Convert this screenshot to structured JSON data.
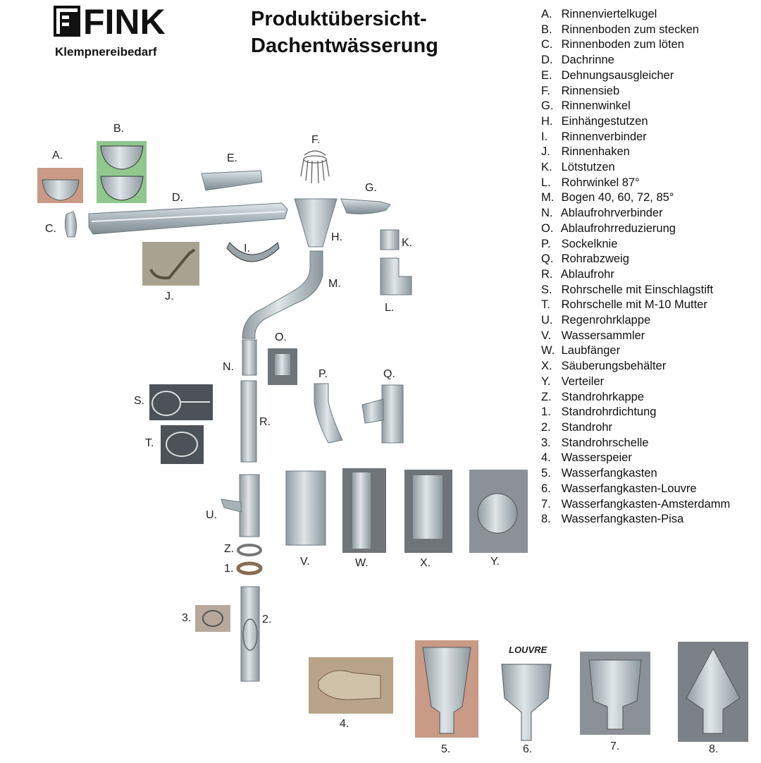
{
  "brand": {
    "name": "FINK",
    "tagline": "Klempnereibedarf"
  },
  "title": [
    "Produktübersicht-",
    "Dachentwässerung"
  ],
  "legend": [
    {
      "code": "A.",
      "label": "Rinnenviertelkugel"
    },
    {
      "code": "B.",
      "label": "Rinnenboden zum stecken"
    },
    {
      "code": "C.",
      "label": "Rinnenboden zum löten"
    },
    {
      "code": "D.",
      "label": "Dachrinne"
    },
    {
      "code": "E.",
      "label": "Dehnungsausgleicher"
    },
    {
      "code": "F.",
      "label": "Rinnensieb"
    },
    {
      "code": "G.",
      "label": "Rinnenwinkel"
    },
    {
      "code": "H.",
      "label": "Einhängestutzen"
    },
    {
      "code": "I.",
      "label": "Rinnenverbinder"
    },
    {
      "code": "J.",
      "label": "Rinnenhaken"
    },
    {
      "code": "K.",
      "label": "Lötstutzen"
    },
    {
      "code": "L.",
      "label": "Rohrwinkel 87°"
    },
    {
      "code": "M.",
      "label": "Bogen 40, 60, 72, 85°"
    },
    {
      "code": "N.",
      "label": "Ablaufrohrverbinder"
    },
    {
      "code": "O.",
      "label": "Ablaufrohrreduzierung"
    },
    {
      "code": "P.",
      "label": "Sockelknie"
    },
    {
      "code": "Q.",
      "label": "Rohrabzweig"
    },
    {
      "code": "R.",
      "label": "Ablaufrohr"
    },
    {
      "code": "S.",
      "label": "Rohrschelle mit Einschlagstift"
    },
    {
      "code": "T.",
      "label": "Rohrschelle mit M-10 Mutter"
    },
    {
      "code": "U.",
      "label": "Regenrohrklappe"
    },
    {
      "code": "V.",
      "label": "Wassersammler"
    },
    {
      "code": "W.",
      "label": "Laubfänger"
    },
    {
      "code": "X.",
      "label": "Säuberungsbehälter"
    },
    {
      "code": "Y.",
      "label": "Verteiler"
    },
    {
      "code": "Z.",
      "label": "Standrohrkappe"
    },
    {
      "code": "1.",
      "label": "Standrohrdichtung"
    },
    {
      "code": "2.",
      "label": "Standrohr"
    },
    {
      "code": "3.",
      "label": "Standrohrschelle"
    },
    {
      "code": "4.",
      "label": "Wasserspeier"
    },
    {
      "code": "5.",
      "label": "Wasserfangkasten"
    },
    {
      "code": "6.",
      "label": "Wasserfangkasten-Louvre"
    },
    {
      "code": "7.",
      "label": "Wasserfangkasten-Amsterdamm"
    },
    {
      "code": "8.",
      "label": "Wasserfangkasten-Pisa"
    }
  ],
  "part_labels": {
    "A": "A.",
    "B": "B.",
    "C": "C.",
    "D": "D.",
    "E": "E.",
    "F": "F.",
    "G": "G.",
    "H": "H.",
    "I": "I.",
    "J": "J.",
    "K": "K.",
    "L": "L.",
    "M": "M.",
    "N": "N.",
    "O": "O.",
    "P": "P.",
    "Q": "Q.",
    "R": "R.",
    "S": "S.",
    "T": "T.",
    "U": "U.",
    "V": "V.",
    "W": "W.",
    "X": "X.",
    "Y": "Y.",
    "Z": "Z.",
    "n1": "1.",
    "n2": "2.",
    "n3": "3.",
    "n4": "4.",
    "n5": "5.",
    "n6": "6.",
    "n7": "7.",
    "n8": "8."
  },
  "louvre_caption": "LOUVRE",
  "colors": {
    "metal": "#b9c2c6",
    "metal_dark": "#7f8b91",
    "photo_bg": "#6f7478",
    "green": "#8fc78d",
    "skin": "#c99a86"
  }
}
